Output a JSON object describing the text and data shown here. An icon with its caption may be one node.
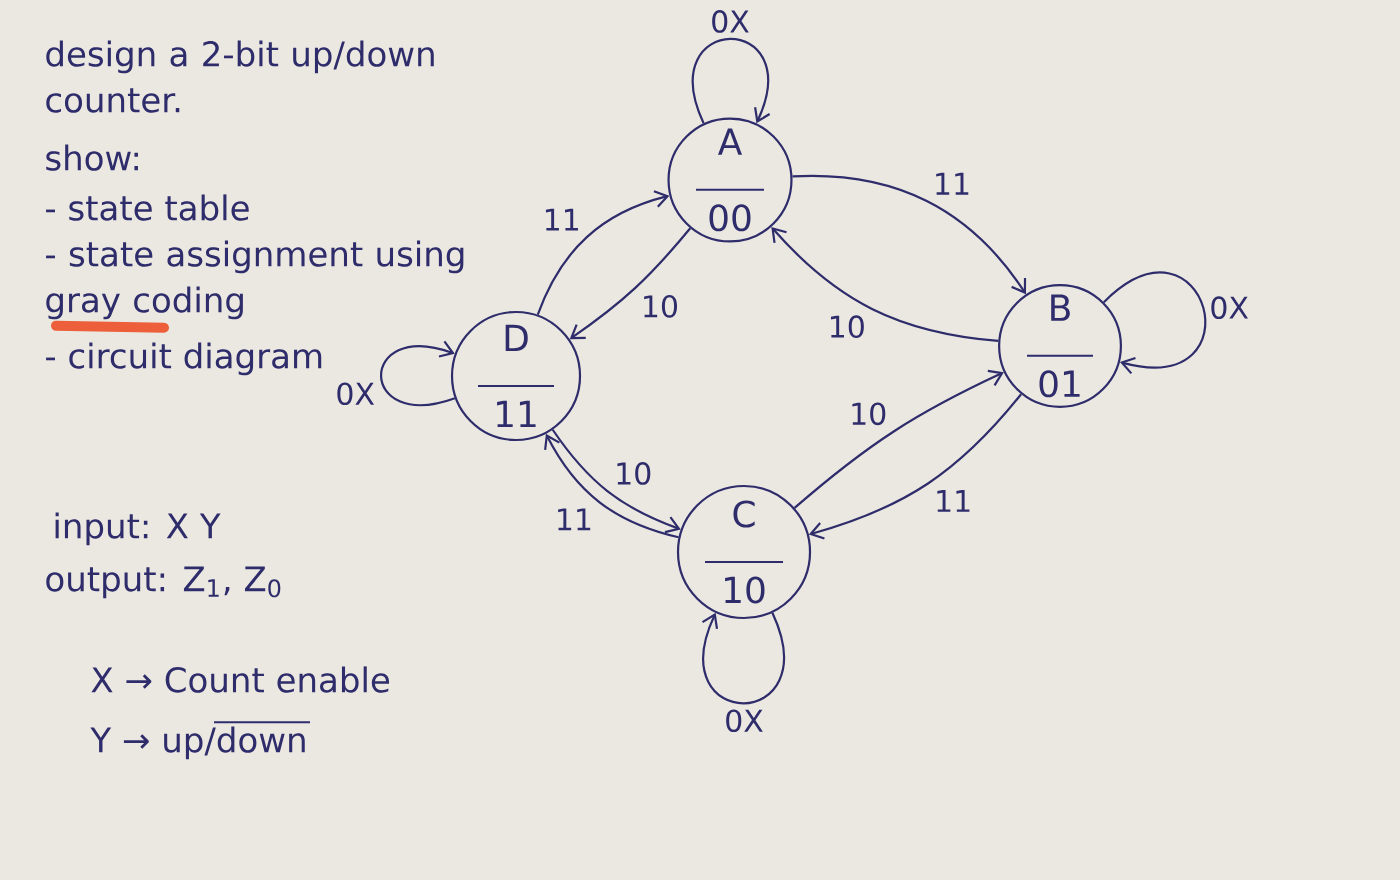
{
  "diagram": {
    "title": "design a 2-bit up/down counter.",
    "nodes": [
      {
        "text": [
          "A",
          "00"
        ]
      },
      {
        "text": [
          "D",
          "11"
        ]
      },
      {
        "text": [
          "B",
          "01"
        ]
      },
      {
        "text": [
          "C",
          "10"
        ]
      }
    ],
    "edges": [
      {
        "from": 0,
        "to": 0,
        "arrow": "to",
        "label": "0X"
      },
      {
        "from": 1,
        "to": 0,
        "arrow": "to",
        "label": "11"
      },
      {
        "from": 0,
        "to": 1,
        "arrow": "to",
        "label": "10"
      },
      {
        "from": 0,
        "to": 2,
        "arrow": "to",
        "label": "11"
      },
      {
        "from": 2,
        "to": 0,
        "arrow": "to",
        "label": "10"
      },
      {
        "from": 1,
        "to": 1,
        "arrow": "to",
        "label": "0X"
      },
      {
        "from": 2,
        "to": 2,
        "arrow": "to",
        "label": "0X"
      },
      {
        "from": 1,
        "to": 3,
        "arrow": "to",
        "label": "10"
      },
      {
        "from": 3,
        "to": 1,
        "arrow": "to",
        "label": "11"
      },
      {
        "from": 3,
        "to": 2,
        "arrow": "to",
        "label": "10"
      },
      {
        "from": 2,
        "to": 3,
        "arrow": "to",
        "label": "11"
      },
      {
        "from": 3,
        "to": 3,
        "arrow": "to",
        "label": "0X"
      }
    ],
    "labels": [
      "show:",
      "- state table",
      "- state assignment using gray coding",
      "- circuit diagram",
      "input: X Y",
      "output: Z$_{1}$, Z$_{0}$",
      "X → Count enable",
      "Y → up/down"
    ]
  }
}
